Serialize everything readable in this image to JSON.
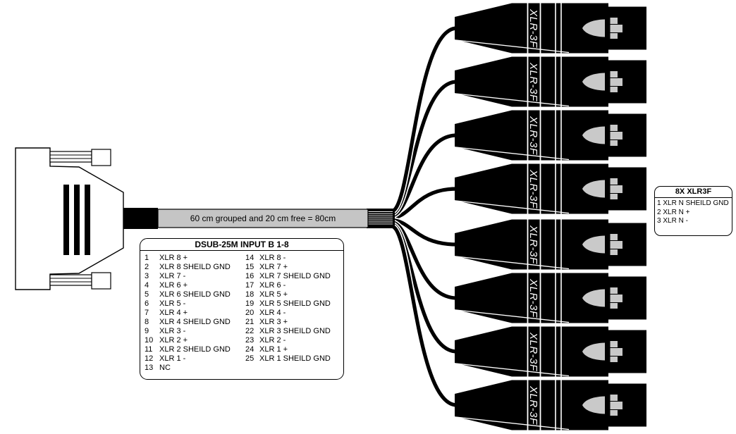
{
  "cable": {
    "sleeve_label": "60 cm grouped and 20 cm free = 80cm"
  },
  "pin_table": {
    "title": "DSUB-25M INPUT B 1-8",
    "left_rows": [
      [
        "1",
        "XLR 8 +"
      ],
      [
        "2",
        "XLR 8 SHEILD GND"
      ],
      [
        "3",
        "XLR 7 -"
      ],
      [
        "4",
        "XLR 6 +"
      ],
      [
        "5",
        "XLR 6 SHEILD GND"
      ],
      [
        "6",
        "XLR 5 -"
      ],
      [
        "7",
        "XLR 4 +"
      ],
      [
        "8",
        "XLR 4 SHEILD GND"
      ],
      [
        "9",
        "XLR 3 -"
      ],
      [
        "10",
        "XLR 2 +"
      ],
      [
        "11",
        "XLR 2 SHEILD GND"
      ],
      [
        "12",
        "XLR 1 -"
      ],
      [
        "13",
        "NC"
      ]
    ],
    "right_rows": [
      [
        "14",
        "XLR 8 -"
      ],
      [
        "15",
        "XLR 7 +"
      ],
      [
        "16",
        "XLR 7 SHEILD GND"
      ],
      [
        "17",
        "XLR 6 -"
      ],
      [
        "18",
        "XLR 5 +"
      ],
      [
        "19",
        "XLR 5 SHEILD GND"
      ],
      [
        "20",
        "XLR 4 -"
      ],
      [
        "21",
        "XLR 3 +"
      ],
      [
        "22",
        "XLR 3 SHEILD GND"
      ],
      [
        "23",
        "XLR 2 -"
      ],
      [
        "24",
        "XLR 1 +"
      ],
      [
        "25",
        "XLR 1 SHEILD GND"
      ]
    ]
  },
  "xlr_info_box": {
    "title": "8X XLR3F",
    "lines": [
      "1 XLR N SHEILD GND",
      "2 XLR N +",
      "3 XLR N -"
    ]
  },
  "xlr_connectors": {
    "count": 8,
    "label": "XLR-3F"
  },
  "colors": {
    "connector_black": "#000000",
    "metal_gray": "#c9c9c9",
    "sleeve_gray": "#c5c5c5",
    "outline": "#000000",
    "background": "#ffffff"
  }
}
